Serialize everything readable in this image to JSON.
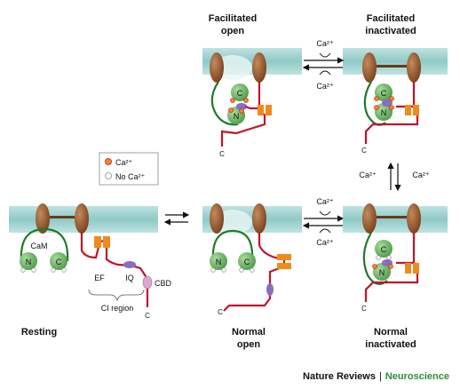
{
  "panels": {
    "facilitated_open": {
      "label_line1": "Facilitated",
      "label_line2": "open"
    },
    "facilitated_inactivated": {
      "label_line1": "Facilitated",
      "label_line2": "inactivated"
    },
    "resting": {
      "label": "Resting"
    },
    "normal_open": {
      "label_line1": "Normal",
      "label_line2": "open"
    },
    "normal_inactivated": {
      "label_line1": "Normal",
      "label_line2": "inactivated"
    }
  },
  "legend": {
    "ca_label": "Ca²⁺",
    "no_ca_label": "No Ca²⁺"
  },
  "arrows": {
    "top_upper": "Ca²⁺",
    "top_lower": "Ca²⁺",
    "mid_upper": "Ca²⁺",
    "mid_lower": "Ca²⁺",
    "vertical_left": "Ca²⁺",
    "vertical_right": "Ca²⁺"
  },
  "labels": {
    "cam": "CaM",
    "n": "N",
    "c": "C",
    "c_terminus": "C",
    "ef": "EF",
    "iq": "IQ",
    "cbd": "CBD",
    "ci_region": "CI region"
  },
  "credit": {
    "journal": "Nature Reviews",
    "separator": "|",
    "field": "Neuroscience"
  },
  "colors": {
    "membrane": "#9ccfcd",
    "channel": "#9a5a2c",
    "cam_lobe": "#6fb86a",
    "linker_red": "#c0142a",
    "linker_green": "#1f7a2b",
    "ef_orange": "#f08a1e",
    "iq_purple": "#8a6cc0",
    "cbd_pink": "#d9a9d4",
    "credit_green": "#2e8b3a"
  }
}
